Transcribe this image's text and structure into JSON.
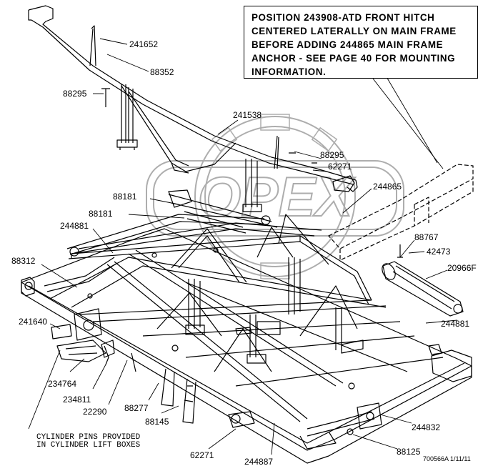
{
  "note": {
    "lines": [
      "POSITION 243908-ATD FRONT HITCH",
      "CENTERED LATERALLY ON MAIN FRAME",
      "BEFORE ADDING 244865 MAIN FRAME",
      "ANCHOR - SEE PAGE 40 FOR MOUNTING",
      "INFORMATION."
    ]
  },
  "callouts": {
    "c241652": "241652",
    "c88352": "88352",
    "c88295a": "88295",
    "c241538": "241538",
    "c88295b": "88295",
    "c62271a": "62271",
    "c244865": "244865",
    "c88181a": "88181",
    "c88181b": "88181",
    "c244881a": "244881",
    "c88767": "88767",
    "c42473": "42473",
    "c20966f": "20966F",
    "c88312": "88312",
    "c241640": "241640",
    "c244881b": "244881",
    "c234764": "234764",
    "c234811": "234811",
    "c22290": "22290",
    "c88277": "88277",
    "c88145": "88145",
    "c244832": "244832",
    "c88125": "88125",
    "c62271b": "62271",
    "c244887": "244887"
  },
  "cylinder_note": {
    "line1": "CYLINDER PINS PROVIDED",
    "line2": "IN CYLINDER LIFT BOXES"
  },
  "doc_number": "700566A 1/11/11",
  "watermark": "OPEX"
}
